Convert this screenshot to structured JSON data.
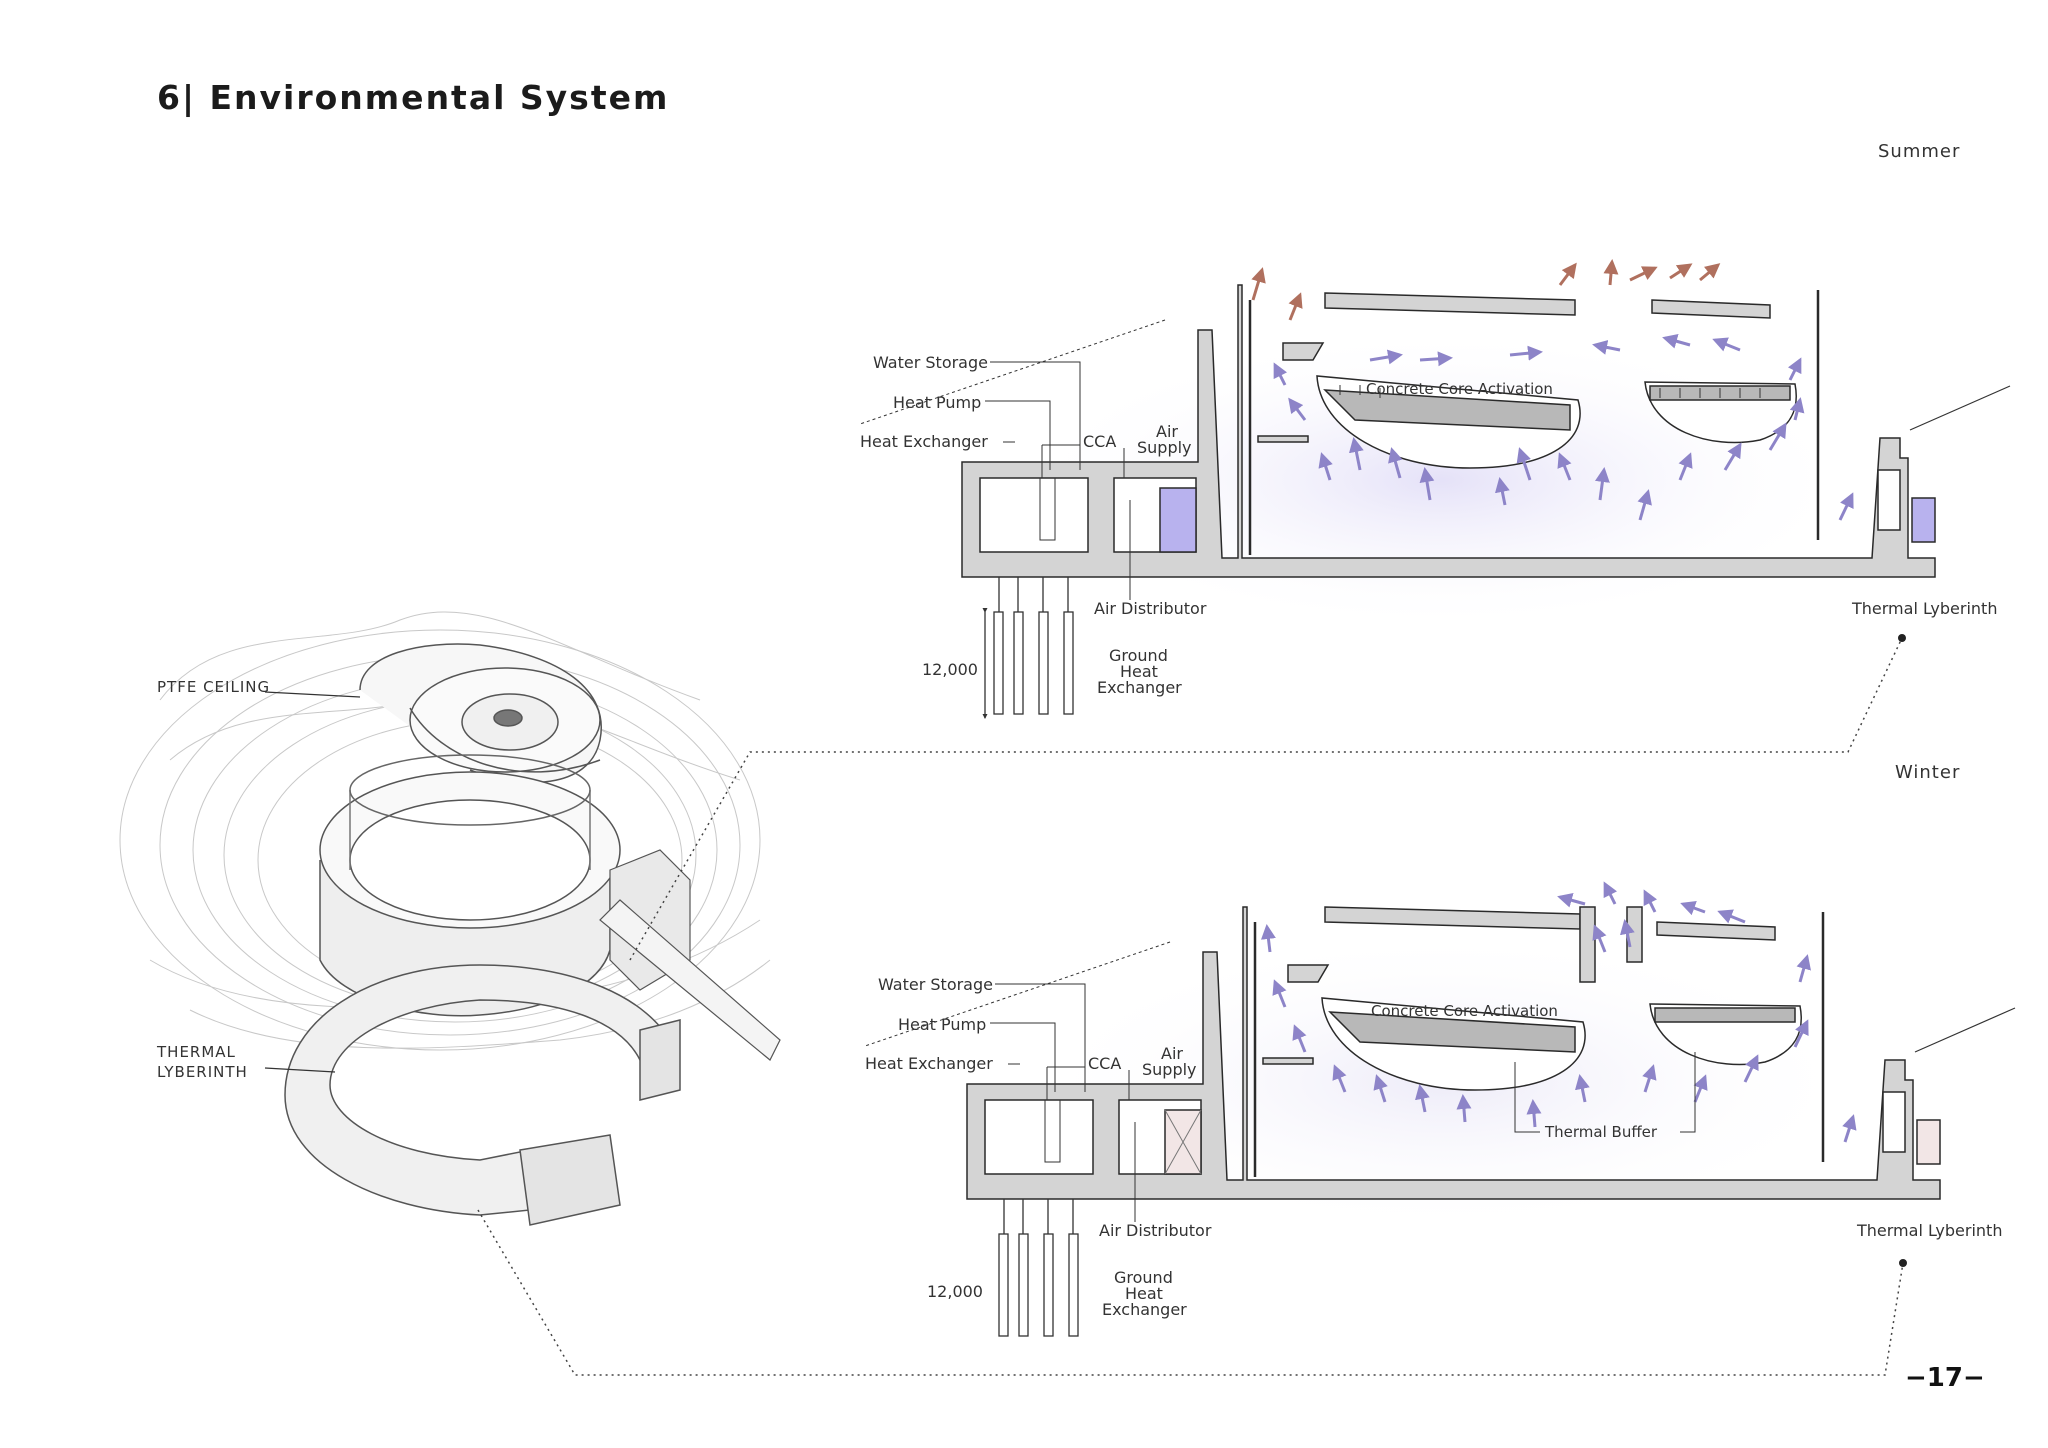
{
  "page": {
    "title": "6| Environmental System",
    "page_number": "−17−"
  },
  "axon": {
    "ptfe_label": "PTFE CEILING",
    "thermal_label_1": "THERMAL",
    "thermal_label_2": "LYBERINTH"
  },
  "summer": {
    "season": "Summer",
    "water_storage": "Water Storage",
    "heat_pump": "Heat Pump",
    "heat_exchanger": "Heat Exchanger",
    "cca": "CCA",
    "air_supply_1": "Air",
    "air_supply_2": "Supply",
    "concrete_core": "Concrete Core Activation",
    "air_distributor": "Air Distributor",
    "depth": "12,000",
    "ground_1": "Ground",
    "ground_2": "Heat",
    "ground_3": "Exchanger",
    "thermal_lyberinth": "Thermal Lyberinth"
  },
  "winter": {
    "season": "Winter",
    "water_storage": "Water Storage",
    "heat_pump": "Heat Pump",
    "heat_exchanger": "Heat Exchanger",
    "cca": "CCA",
    "air_supply_1": "Air",
    "air_supply_2": "Supply",
    "concrete_core": "Concrete Core Activation",
    "thermal_buffer": "Thermal Buffer",
    "air_distributor": "Air Distributor",
    "depth": "12,000",
    "ground_1": "Ground",
    "ground_2": "Heat",
    "ground_3": "Exchanger",
    "thermal_lyberinth": "Thermal Lyberinth"
  },
  "colors": {
    "concrete": "#d4d4d4",
    "outline": "#2a2a2a",
    "air_arrow": "#8d84c8",
    "warm_arrow": "#b0705e",
    "storage_fill": "#b8b2ee",
    "winter_fill": "#f2e6e6"
  }
}
